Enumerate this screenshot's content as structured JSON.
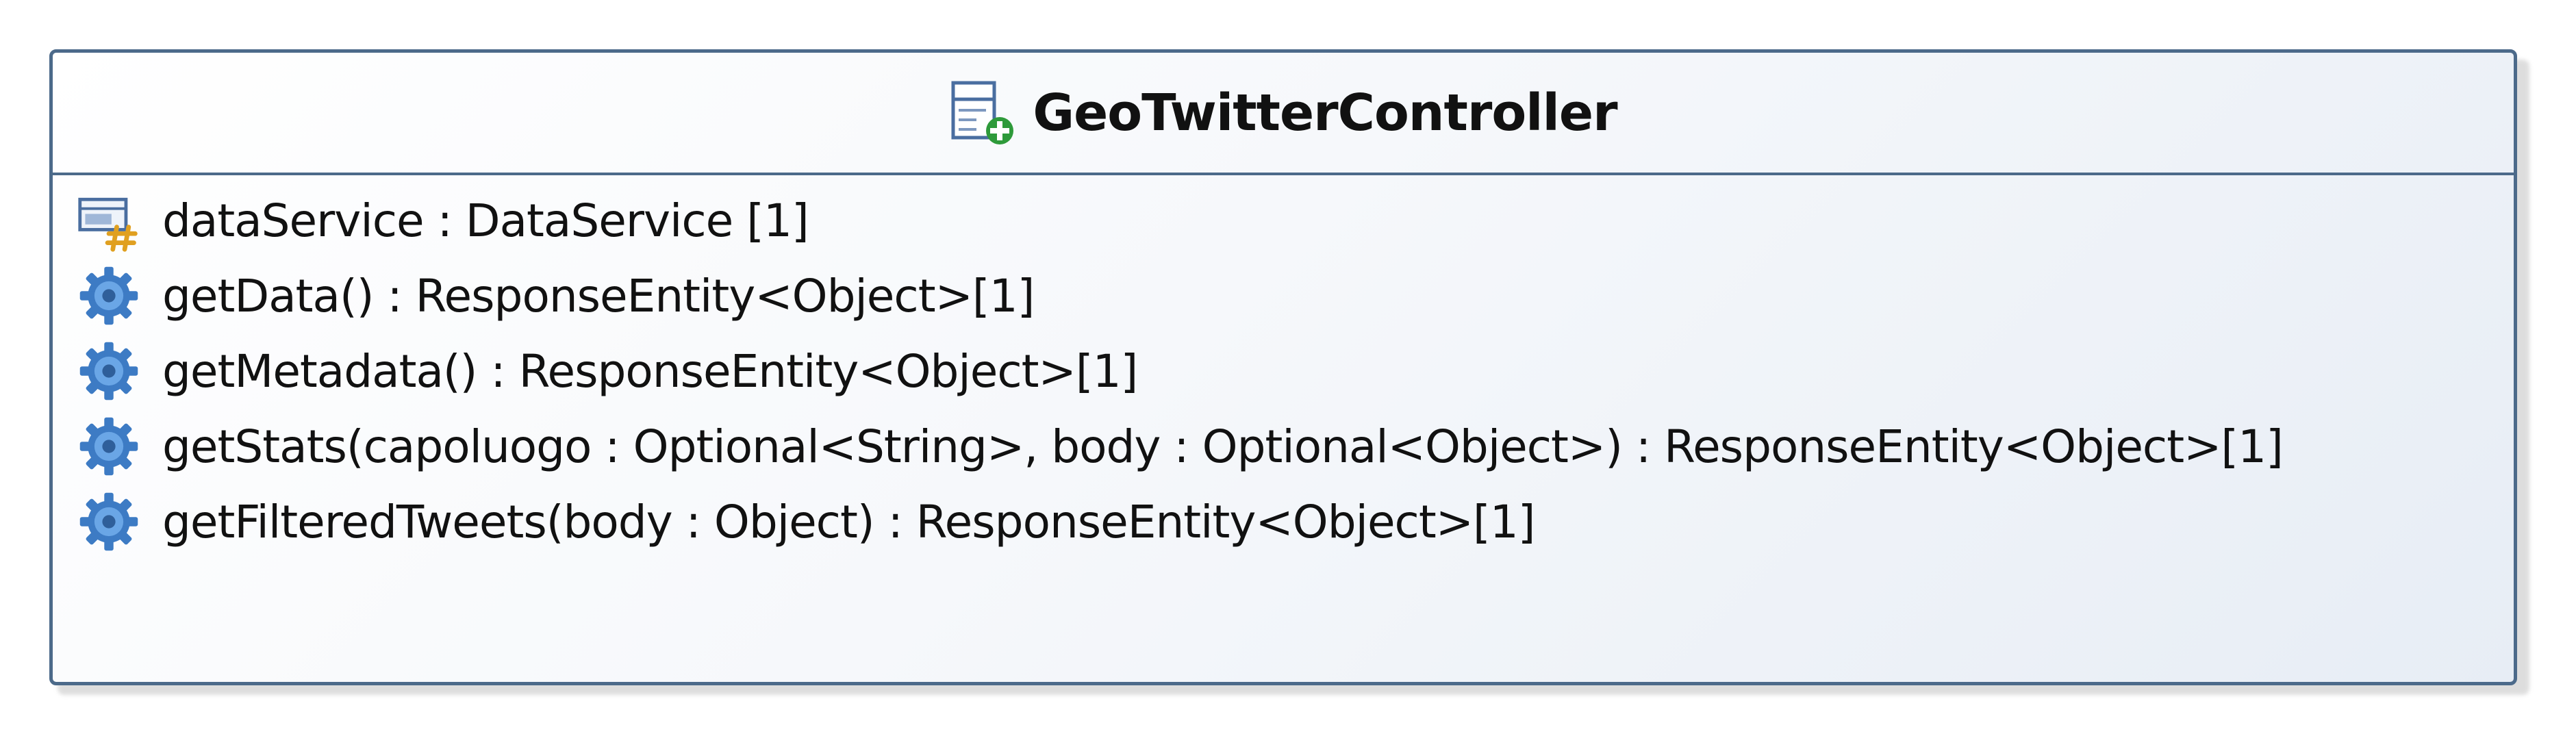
{
  "class": {
    "name": "GeoTwitterController",
    "icon": "class-icon"
  },
  "attributes": [
    {
      "icon": "protected-attribute-icon",
      "text": "dataService : DataService [1]"
    }
  ],
  "operations": [
    {
      "icon": "operation-gear-icon",
      "text": "getData() : ResponseEntity<Object>[1]"
    },
    {
      "icon": "operation-gear-icon",
      "text": "getMetadata() : ResponseEntity<Object>[1]"
    },
    {
      "icon": "operation-gear-icon",
      "text": "getStats(capoluogo : Optional<String>, body : Optional<Object>) : ResponseEntity<Object>[1]"
    },
    {
      "icon": "operation-gear-icon",
      "text": "getFilteredTweets(body : Object) : ResponseEntity<Object>[1]"
    }
  ],
  "colors": {
    "border": "#4c6a8a",
    "gear": "#3d7bc4",
    "plus": "#2e9a3a",
    "hash": "#e0a020"
  }
}
